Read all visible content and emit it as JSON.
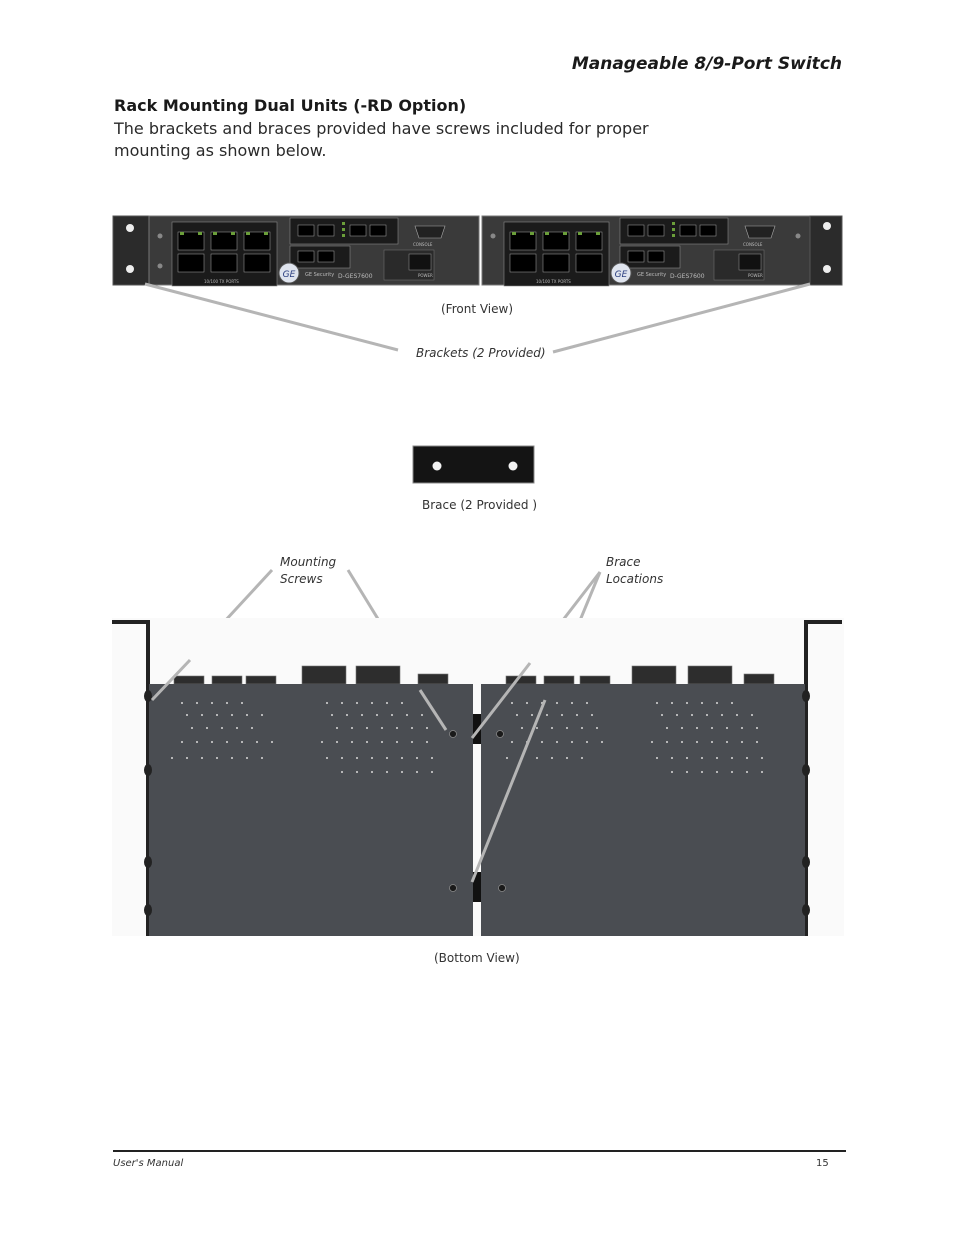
{
  "header": {
    "title": "Manageable 8/9-Port Switch"
  },
  "section": {
    "title": "Rack Mounting Dual Units (-RD Option)",
    "intro": "The brackets and braces provided have screws included for proper mounting as shown below."
  },
  "figures": {
    "front_view_caption": "(Front View)",
    "brackets_label": "Brackets (2 Provided)",
    "brace_caption": "Brace (2 Provided )",
    "mounting_screws_label": [
      "Mounting",
      "Screws"
    ],
    "brace_locations_label": [
      "Brace",
      "Locations"
    ],
    "bottom_view_caption": "(Bottom View)"
  },
  "device": {
    "brand": "GE Security",
    "model": "D-GES7600",
    "console_label": "CONSOLE",
    "power_label": "POWER",
    "ports_label": "10/100 TX PORTS"
  },
  "footer": {
    "left": "User's Manual",
    "page_number": "15"
  }
}
